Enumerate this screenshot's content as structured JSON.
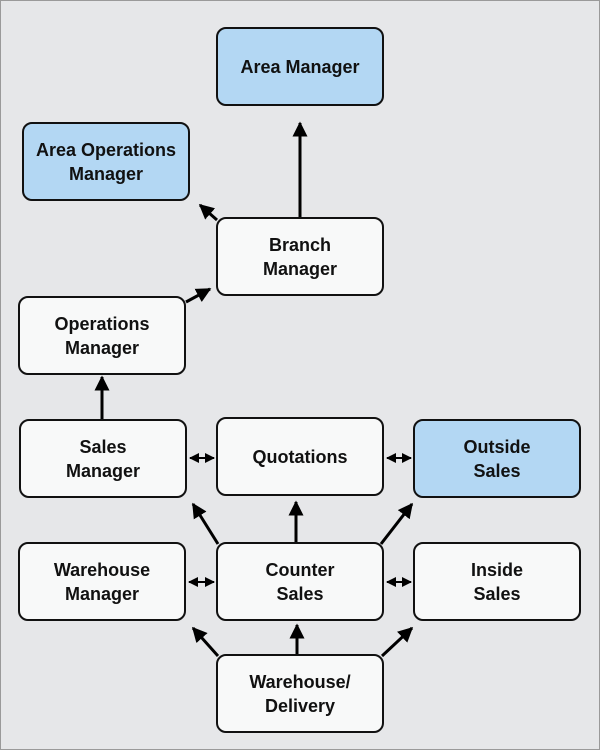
{
  "diagram": {
    "title": "Branch organization chart",
    "colors": {
      "highlight": "#b3d7f3",
      "node": "#f8f9f9",
      "background": "#e6e7e9"
    },
    "nodes": {
      "area_manager": "Area Manager",
      "area_operations_manager": "Area Operations\nManager",
      "branch_manager": "Branch\nManager",
      "operations_manager": "Operations\nManager",
      "sales_manager": "Sales\nManager",
      "quotations": "Quotations",
      "outside_sales": "Outside\nSales",
      "warehouse_manager": "Warehouse\nManager",
      "counter_sales": "Counter\nSales",
      "inside_sales": "Inside\nSales",
      "warehouse_delivery": "Warehouse/\nDelivery"
    }
  }
}
